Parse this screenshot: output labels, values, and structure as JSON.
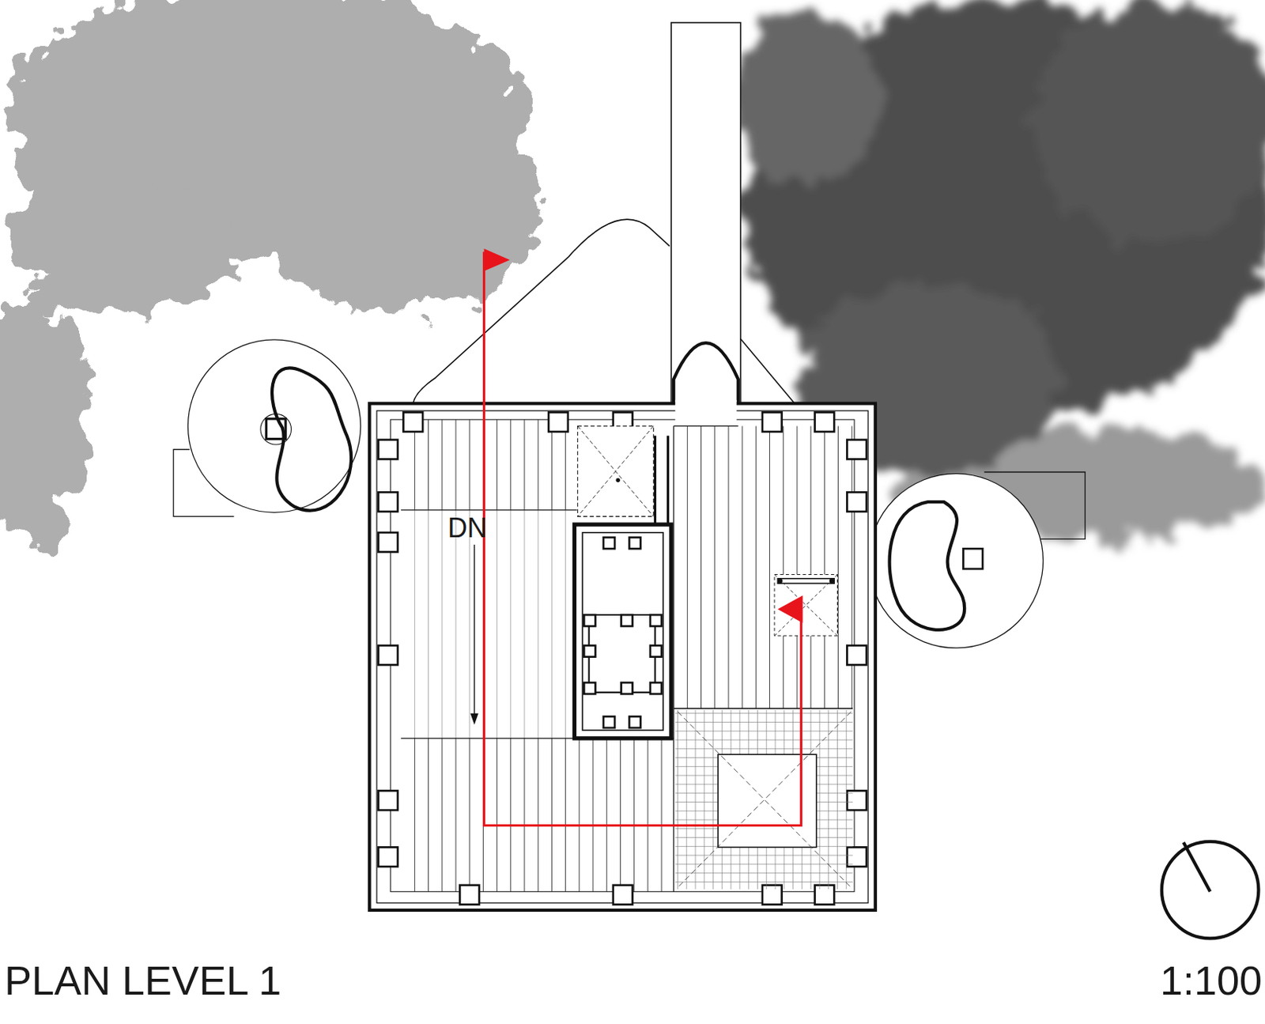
{
  "diagram": {
    "title": "PLAN LEVEL 1",
    "labels": [
      "DN",
      "1:100"
    ]
  }
}
